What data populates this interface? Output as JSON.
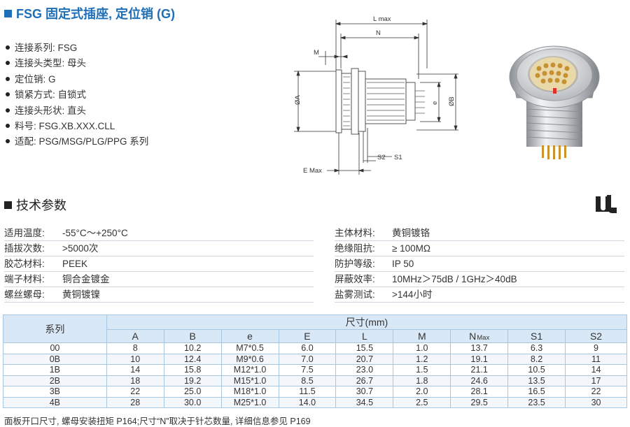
{
  "header": {
    "title": "FSG 固定式插座, 定位销 (G)"
  },
  "specs": [
    "连接系列: FSG",
    "连接头类型: 母头",
    "定位销: G",
    "锁紧方式: 自锁式",
    "连接头形状: 直头",
    "料号: FSG.XB.XXX.CLL",
    "适配: PSG/MSG/PLG/PPG 系列"
  ],
  "drawing": {
    "labels": {
      "lmax": "L max",
      "n": "N",
      "m": "M",
      "oa": "ØA",
      "ob": "ØB",
      "e": "e",
      "s2": "S2",
      "s1": "S1",
      "emax": "E Max"
    }
  },
  "section": {
    "title": "技术参数"
  },
  "cert": {
    "mark": "UL"
  },
  "params_left": [
    {
      "key": "适用温度:",
      "value": "-55°C～+250°C"
    },
    {
      "key": "插拔次数:",
      "value": ">5000次"
    },
    {
      "key": "胶芯材料:",
      "value": "PEEK"
    },
    {
      "key": "端子材料:",
      "value": "铜合金镀金"
    },
    {
      "key": "螺丝螺母:",
      "value": "黄铜镀镍"
    }
  ],
  "params_right": [
    {
      "key": "主体材料:",
      "value": "黄铜镀铬"
    },
    {
      "key": "绝缘阻抗:",
      "value": "≥ 100MΩ"
    },
    {
      "key": "防护等级:",
      "value": "IP 50"
    },
    {
      "key": "屏蔽效率:",
      "value": "10MHz＞75dB / 1GHz＞40dB"
    },
    {
      "key": "盐雾测试:",
      "value": ">144小时"
    }
  ],
  "table": {
    "series_header": "系列",
    "size_header": "尺寸(mm)",
    "columns": [
      "A",
      "B",
      "e",
      "E",
      "L",
      "M",
      "N",
      "S1",
      "S2"
    ],
    "n_suffix": "Max",
    "rows": [
      [
        "00",
        "8",
        "10.2",
        "M7*0.5",
        "6.0",
        "15.5",
        "1.0",
        "13.7",
        "6.3",
        "9"
      ],
      [
        "0B",
        "10",
        "12.4",
        "M9*0.6",
        "7.0",
        "20.7",
        "1.2",
        "19.1",
        "8.2",
        "11"
      ],
      [
        "1B",
        "14",
        "15.8",
        "M12*1.0",
        "7.5",
        "23.0",
        "1.5",
        "21.1",
        "10.5",
        "14"
      ],
      [
        "2B",
        "18",
        "19.2",
        "M15*1.0",
        "8.5",
        "26.7",
        "1.8",
        "24.6",
        "13.5",
        "17"
      ],
      [
        "3B",
        "22",
        "25.0",
        "M18*1.0",
        "11.5",
        "30.7",
        "2.0",
        "28.1",
        "16.5",
        "22"
      ],
      [
        "4B",
        "28",
        "30.0",
        "M25*1.0",
        "14.0",
        "34.5",
        "2.5",
        "29.5",
        "23.5",
        "30"
      ]
    ]
  },
  "footnote": "面板开口尺寸, 螺母安装扭矩 P164;尺寸“N”取决于针芯数量, 详细信息参见 P169"
}
